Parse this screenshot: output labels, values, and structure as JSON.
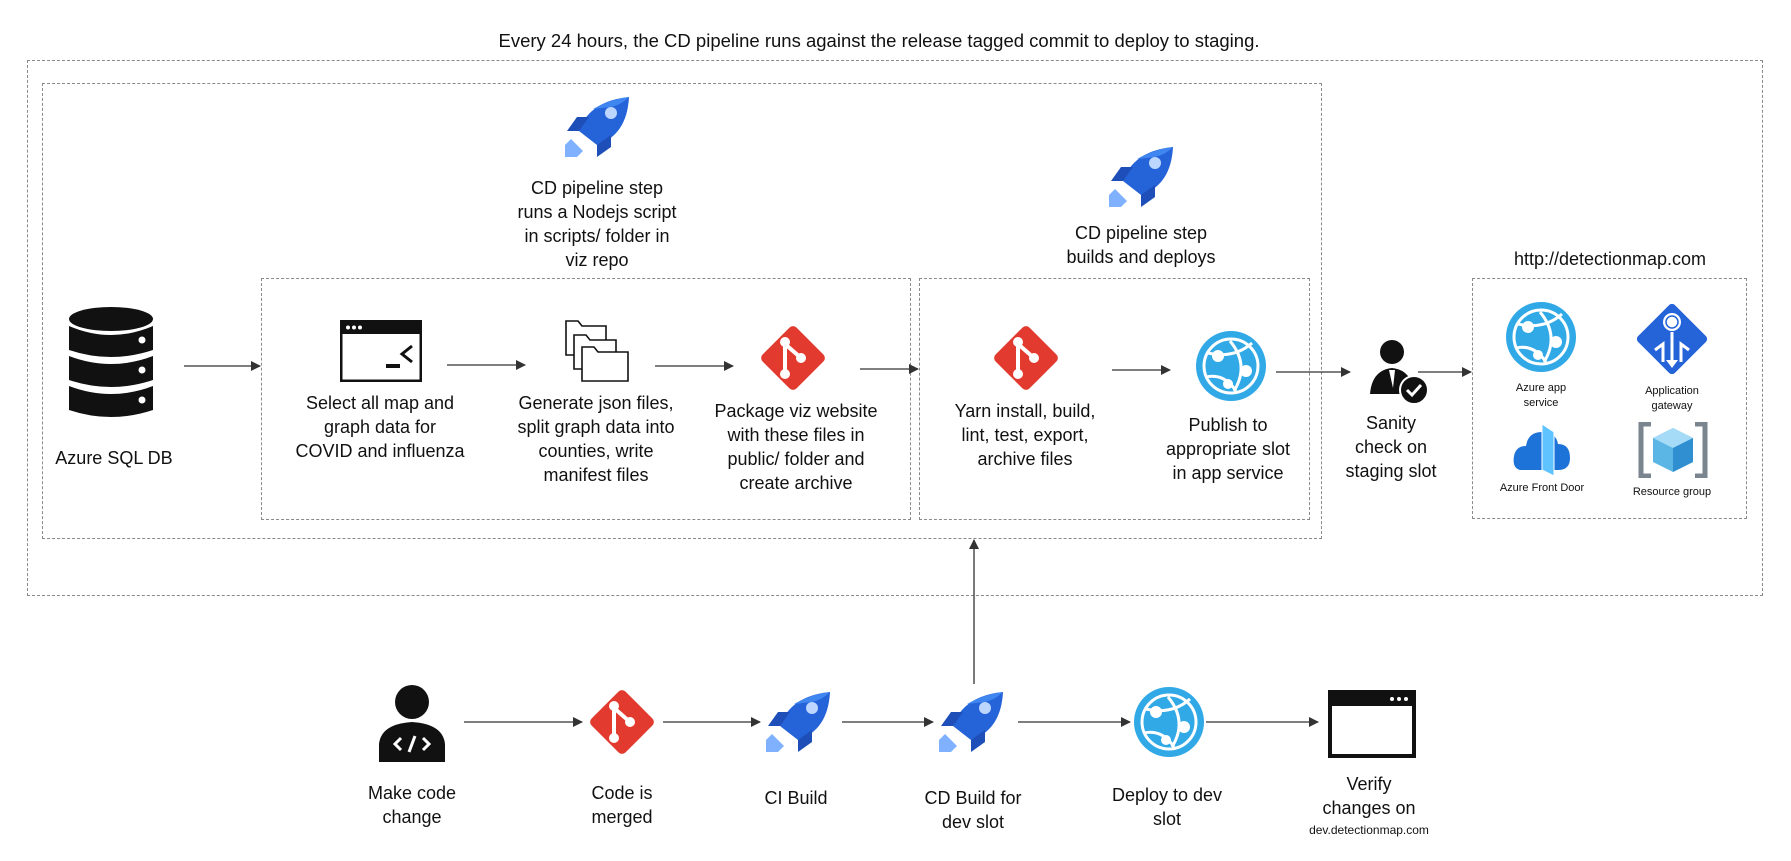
{
  "header": {
    "title": "Every 24 hours, the CD pipeline runs against the release tagged commit to deploy to staging."
  },
  "colors": {
    "git": "#e23a2e",
    "pipeline": "#2563d9",
    "app_service": "#31a9e6",
    "dark": "#111111",
    "border": "#8a8a8a"
  },
  "nodes": {
    "sql_db": {
      "icon": "database-icon",
      "lines": [
        "Azure SQL DB"
      ]
    },
    "pipeline_step_1": {
      "icon": "pipeline-rocket-icon",
      "lines": [
        "CD pipeline step",
        "runs a Nodejs script",
        "in scripts/ folder in",
        "viz repo"
      ]
    },
    "pipeline_step_2": {
      "icon": "pipeline-rocket-icon",
      "lines": [
        "CD pipeline step",
        "builds and deploys"
      ]
    },
    "select_data": {
      "icon": "terminal-icon",
      "lines": [
        "Select all map and",
        "graph data for",
        "COVID and influenza"
      ]
    },
    "generate_json": {
      "icon": "folders-icon",
      "lines": [
        "Generate json files,",
        "split graph data into",
        "counties, write",
        "manifest files"
      ]
    },
    "package_site": {
      "icon": "git-icon",
      "lines": [
        "Package viz website",
        "with these files in",
        "public/ folder and",
        "create archive"
      ]
    },
    "yarn_build": {
      "icon": "git-icon",
      "lines": [
        "Yarn install, build,",
        "lint, test, export,",
        "archive files"
      ]
    },
    "publish_slot": {
      "icon": "app-service-icon",
      "lines": [
        "Publish to",
        "appropriate slot",
        "in app service"
      ]
    },
    "sanity_check": {
      "icon": "user-check-icon",
      "lines": [
        "Sanity",
        "check on",
        "staging slot"
      ]
    },
    "make_change": {
      "icon": "developer-icon",
      "lines": [
        "Make code",
        "change"
      ]
    },
    "code_merged": {
      "icon": "git-icon",
      "lines": [
        "Code is",
        "merged"
      ]
    },
    "ci_build": {
      "icon": "pipeline-rocket-icon",
      "lines": [
        "CI Build"
      ]
    },
    "cd_build_dev": {
      "icon": "pipeline-rocket-icon",
      "lines": [
        "CD Build for",
        "dev slot"
      ]
    },
    "deploy_dev": {
      "icon": "app-service-icon",
      "lines": [
        "Deploy to dev",
        "slot"
      ]
    },
    "verify_changes": {
      "icon": "browser-window-icon",
      "lines": [
        "Verify",
        "changes on"
      ],
      "url": "dev.detectionmap.com"
    }
  },
  "resource_group": {
    "title": "http://detectionmap.com",
    "items": [
      {
        "icon": "app-service-icon",
        "lines": [
          "Azure app",
          "service"
        ]
      },
      {
        "icon": "application-gateway-icon",
        "lines": [
          "Application",
          "gateway"
        ]
      },
      {
        "icon": "front-door-icon",
        "lines": [
          "Azure Front Door"
        ]
      },
      {
        "icon": "resource-group-icon",
        "lines": [
          "Resource group"
        ]
      }
    ]
  }
}
